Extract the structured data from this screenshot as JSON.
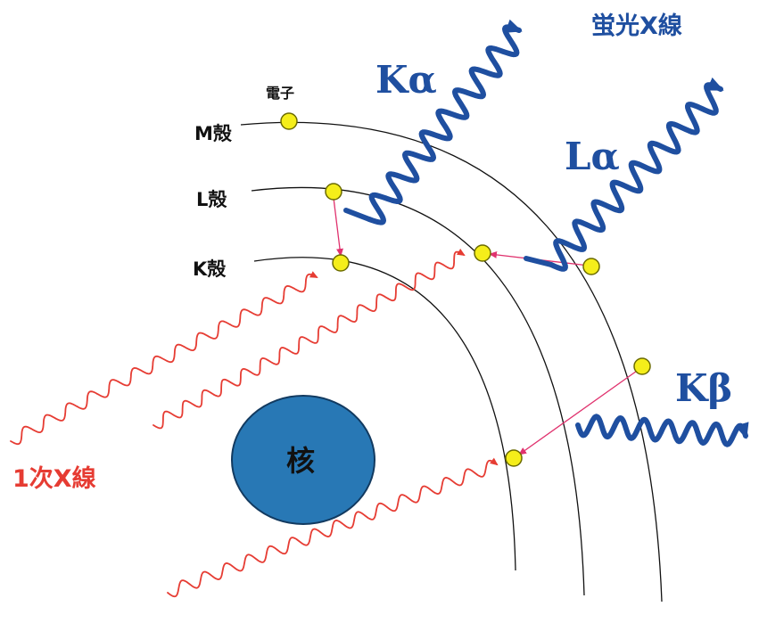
{
  "labels": {
    "electron": "電子",
    "shell_m": "M殻",
    "shell_l": "L殻",
    "shell_k": "K殻",
    "nucleus": "核",
    "fluorescent_xray": "蛍光X線",
    "primary_xray": "1次X線",
    "k_alpha": "Kα",
    "l_alpha": "Lα",
    "k_beta": "Kβ"
  },
  "colors": {
    "nucleus": "#2878b5",
    "nucleus_stroke": "#123a60",
    "electron": "#f5ee1a",
    "electron_stroke": "#6b6b00",
    "fluorescent": "#1f4fa0",
    "primary": "#e63c33",
    "transition": "#e0326e",
    "shell": "#111111"
  }
}
